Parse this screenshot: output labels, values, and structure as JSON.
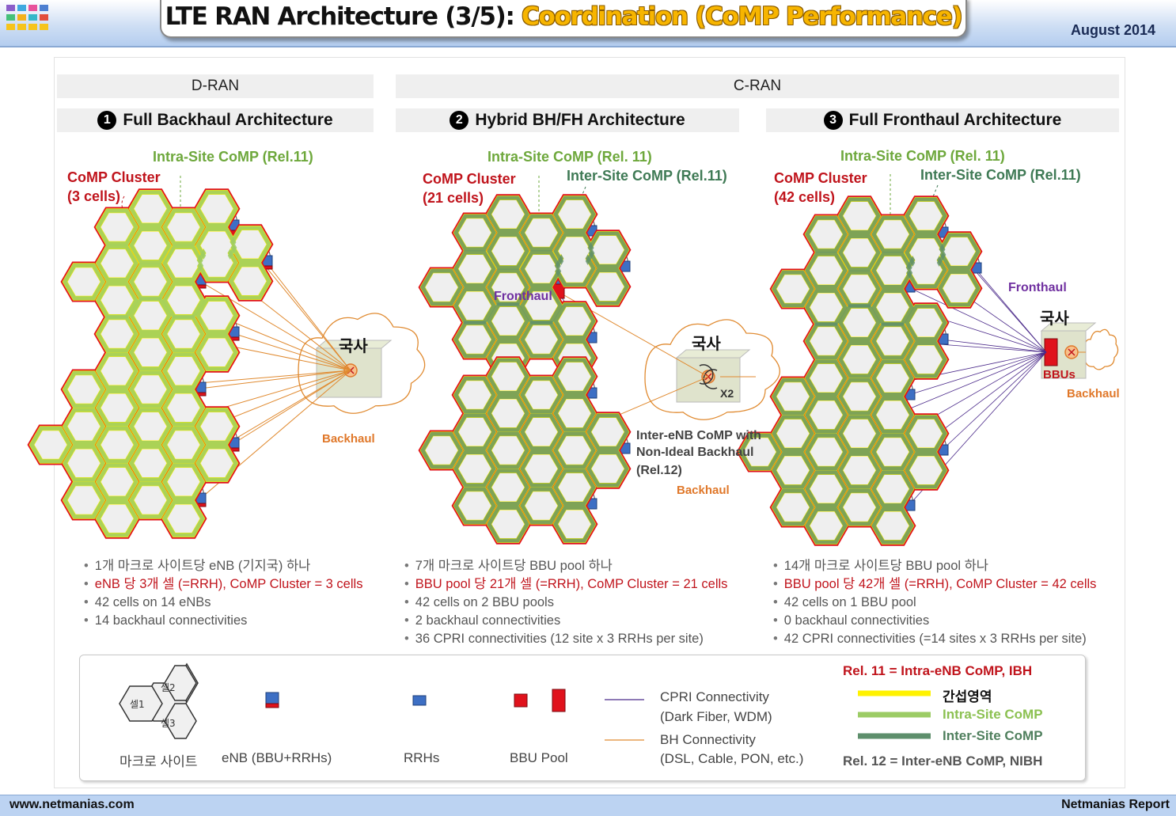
{
  "header": {
    "title": "LTE RAN Architecture (3/5): ",
    "title_highlight": "Coordination (CoMP Performance)",
    "date": "August 2014"
  },
  "footer": {
    "left": "www.netmanias.com",
    "right": "Netmanias Report"
  },
  "bands": {
    "dran": "D-RAN",
    "cran": "C-RAN"
  },
  "sections": [
    {
      "number": "1",
      "title": "Full Backhaul Architecture",
      "labels": {
        "intra_site": "Intra-Site CoMP (Rel.11)",
        "cluster_line1": "CoMP Cluster",
        "cluster_line2": "(3 cells)",
        "office": "국사",
        "backhaul": "Backhaul"
      },
      "bullets": [
        "1개 마크로 사이트당 eNB (기지국) 하나",
        "eNB 당 3개 셀 (=RRH), CoMP Cluster = 3 cells",
        "42 cells on 14 eNBs",
        "14 backhaul connectivities"
      ]
    },
    {
      "number": "2",
      "title": "Hybrid BH/FH Architecture",
      "labels": {
        "intra_site": "Intra-Site CoMP (Rel. 11)",
        "inter_site": "Inter-Site CoMP (Rel.11)",
        "cluster_line1": "CoMP Cluster",
        "cluster_line2": "(21 cells)",
        "fronthaul": "Fronthaul",
        "office": "국사",
        "x2": "X2",
        "nibh_line1": "Inter-eNB CoMP with",
        "nibh_line2": "Non-Ideal Backhaul",
        "nibh_line3": "(Rel.12)",
        "backhaul": "Backhaul"
      },
      "bullets": [
        "7개 마크로 사이트당 BBU pool 하나",
        "BBU pool 당 21개 셀 (=RRH), CoMP Cluster = 21 cells",
        "42 cells on 2 BBU pools",
        "2 backhaul connectivities",
        "36 CPRI connectivities (12 site x 3 RRHs per site)"
      ]
    },
    {
      "number": "3",
      "title": "Full Fronthaul Architecture",
      "labels": {
        "intra_site": "Intra-Site CoMP (Rel. 11)",
        "inter_site": "Inter-Site CoMP (Rel.11)",
        "cluster_line1": "CoMP Cluster",
        "cluster_line2": "(42 cells)",
        "fronthaul": "Fronthaul",
        "office": "국사",
        "bbus": "BBUs",
        "backhaul": "Backhaul"
      },
      "bullets": [
        "14개 마크로 사이트당 BBU pool 하나",
        "BBU pool 당 42개 셀 (=RRH), CoMP Cluster = 42 cells",
        "42 cells on 1 BBU pool",
        "0 backhaul connectivities",
        "42 CPRI connectivities (=14 sites x 3 RRHs per site)"
      ]
    }
  ],
  "legend": {
    "cell1": "셀1",
    "cell2": "셀2",
    "cell3": "셀3",
    "macro_site": "마크로 사이트",
    "enb": "eNB (BBU+RRHs)",
    "rrh": "RRHs",
    "bbu_pool": "BBU Pool",
    "cpri_line1": "CPRI Connectivity",
    "cpri_line2": "(Dark Fiber, WDM)",
    "bh_line1": "BH Connectivity",
    "bh_line2": "(DSL, Cable, PON, etc.)",
    "rel11": "Rel. 11 = Intra-eNB CoMP, IBH",
    "interference": "간섭영역",
    "intra_site": "Intra-Site CoMP",
    "inter_site": "Inter-Site CoMP",
    "rel12": "Rel. 12 = Inter-eNB CoMP, NIBH",
    "colors": {
      "interference": "#fff200",
      "intra_site": "#9ccc65",
      "inter_site": "#5e8f6c",
      "cpri": "#4b2a8a",
      "bh": "#e08a30",
      "cluster": "#e0121c"
    }
  }
}
